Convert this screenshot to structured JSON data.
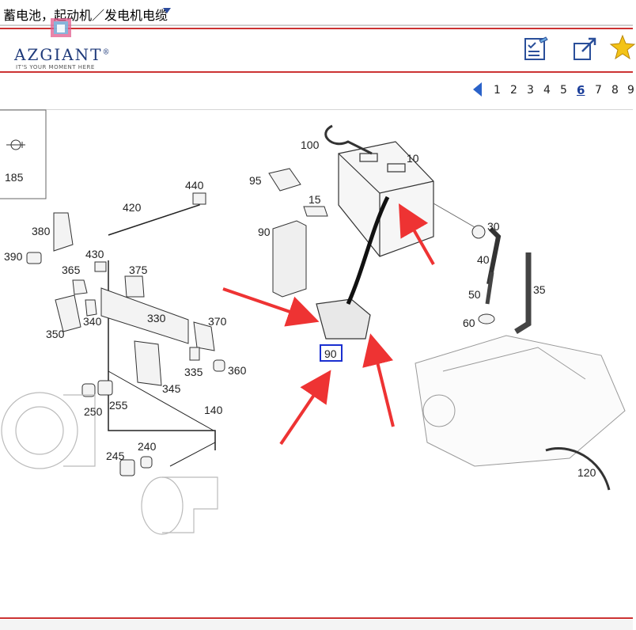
{
  "window": {
    "title": "蓄电池，起动机／发电机电缆"
  },
  "brand": {
    "name": "AZGIANT",
    "reg": "®",
    "slogan": "IT'S YOUR MOMENT HERE"
  },
  "toolbar": {
    "icons": [
      "checklist-icon",
      "fullscreen-icon",
      "star-icon"
    ]
  },
  "pagination": {
    "pages": [
      "1",
      "2",
      "3",
      "4",
      "5",
      "6",
      "7",
      "8",
      "9"
    ],
    "current": "6"
  },
  "diagram": {
    "labels": {
      "p185": "185",
      "p440": "440",
      "p420": "420",
      "p380": "380",
      "p390": "390",
      "p430": "430",
      "p365": "365",
      "p375": "375",
      "p330": "330",
      "p340": "340",
      "p350": "350",
      "p370": "370",
      "p335": "335",
      "p360": "360",
      "p345": "345",
      "p250": "250",
      "p255": "255",
      "p140": "140",
      "p245": "245",
      "p240": "240",
      "p100": "100",
      "p10": "10",
      "p95": "95",
      "p15": "15",
      "p90a": "90",
      "p90b": "90",
      "p30": "30",
      "p40": "40",
      "p35": "35",
      "p50": "50",
      "p60": "60",
      "p120": "120"
    },
    "highlight_color": "#1a2fd0",
    "arrow_color": "#ee3333"
  }
}
